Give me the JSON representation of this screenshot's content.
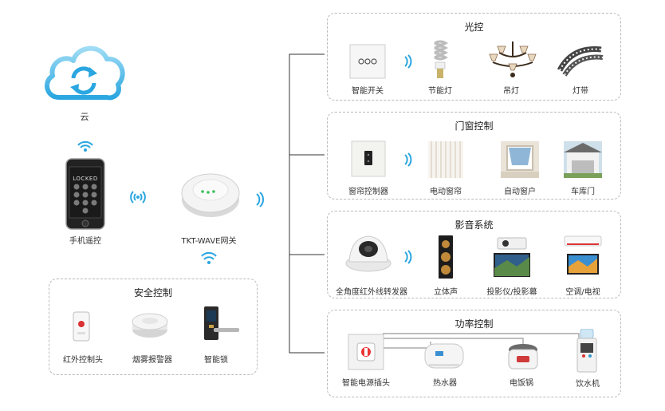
{
  "cloud": {
    "label": "云"
  },
  "phone": {
    "label": "手机遥控",
    "screen_text": "LOCKED"
  },
  "gateway": {
    "label": "TKT-WAVE网关"
  },
  "security": {
    "title": "安全控制",
    "items": [
      {
        "label": "红外控制头"
      },
      {
        "label": "烟雾报警器"
      },
      {
        "label": "智能锁"
      }
    ]
  },
  "light": {
    "title": "光控",
    "items": [
      {
        "label": "智能开关"
      },
      {
        "label": "节能灯"
      },
      {
        "label": "吊灯"
      },
      {
        "label": "灯带"
      }
    ]
  },
  "window": {
    "title": "门窗控制",
    "items": [
      {
        "label": "窗帘控制器"
      },
      {
        "label": "电动窗帘"
      },
      {
        "label": "自动窗户"
      },
      {
        "label": "车库门"
      }
    ]
  },
  "av": {
    "title": "影音系统",
    "items": [
      {
        "label": "全角度红外线转发器"
      },
      {
        "label": "立体声"
      },
      {
        "label": "投影仪/投影幕"
      },
      {
        "label": "空调/电视"
      }
    ]
  },
  "power": {
    "title": "功率控制",
    "items": [
      {
        "label": "智能电源插头"
      },
      {
        "label": "热水器"
      },
      {
        "label": "电饭锅"
      },
      {
        "label": "饮水机"
      }
    ]
  },
  "colors": {
    "signal": "#2aa6e0",
    "border": "#b9b9b9",
    "line": "#333333"
  }
}
